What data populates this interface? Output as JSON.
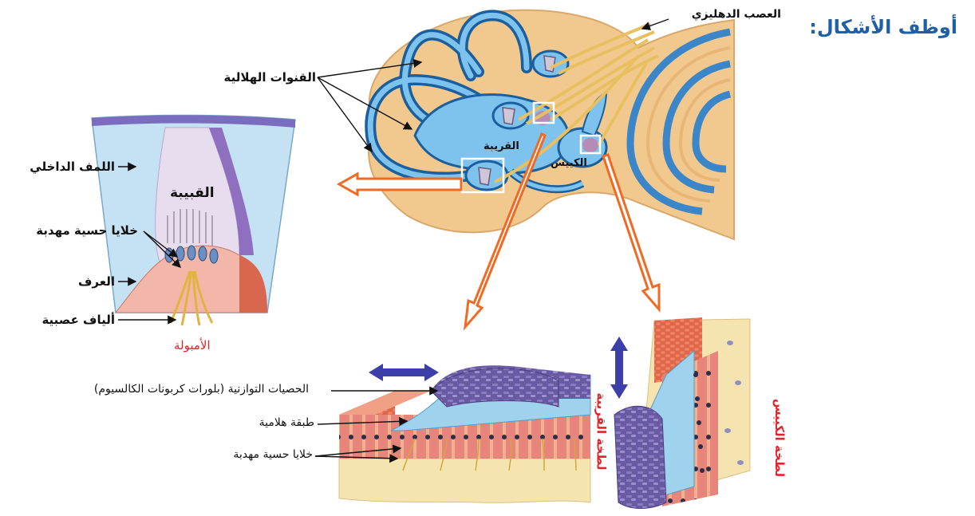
{
  "heading": "أوظف الأشكال:",
  "labels": {
    "vestibular_nerve": "العصب الدهليزي",
    "semicircular_canals": "القنوات الهلالية",
    "utricle": "القريبة",
    "saccule": "الكييس",
    "endolymph": "اللمف الداخلي",
    "cupula": "القبيبة",
    "hair_cells_crista": "خلايا حسية مهدبة",
    "crista": "العرف",
    "nerve_fibers": "ألياف عصبية",
    "ampulla": "الأمبولة",
    "otoliths": "الحصيات التوازنية (بلورات كربونات الكالسيوم)",
    "gel_layer": "طبقة هلامية",
    "hair_cells_macula": "خلايا حسية مهدبة",
    "macula_utricle": "لطخة القريبة",
    "macula_saccule": "لطخة الكييس"
  },
  "colors": {
    "heading": "#1f5fa8",
    "red_label": "#e0242a",
    "endolymph_fill": "#8ec7ea",
    "bone": "#f1c98f",
    "orange_arrow": "#f06a24",
    "double_arrow": "#3c3fa8",
    "crystals": "#7b68b0",
    "cupula": "#e7ddef"
  }
}
